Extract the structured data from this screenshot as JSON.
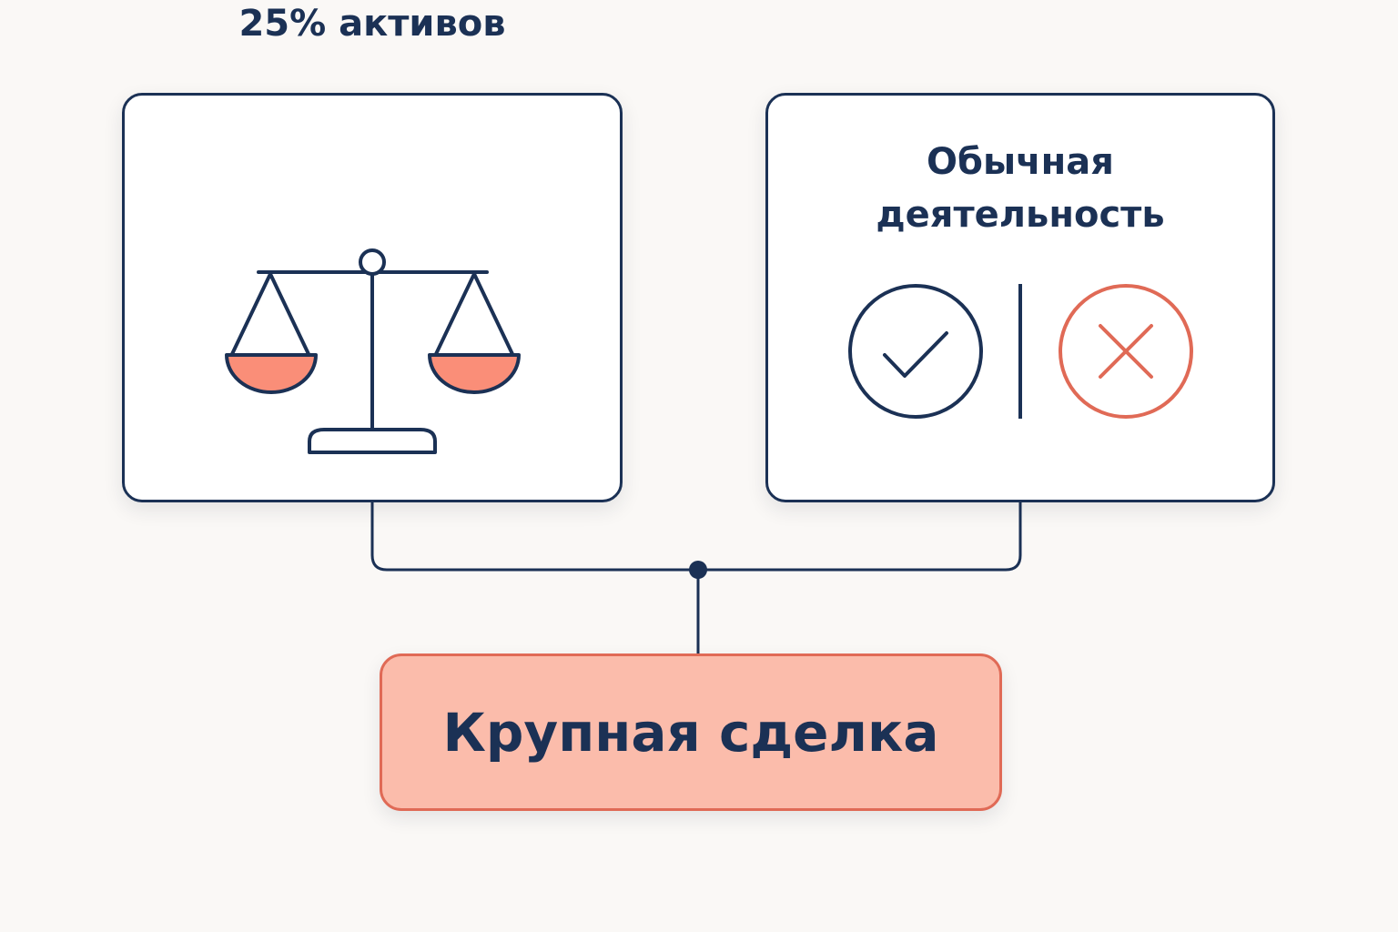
{
  "cards": {
    "assets": {
      "title": "25% активов",
      "icon": "scales-icon"
    },
    "business": {
      "title_line1": "Обычная",
      "title_line2": "деятельность",
      "icons": [
        "check-circle-icon",
        "cross-circle-icon"
      ]
    }
  },
  "result": {
    "label": "Крупная сделка"
  },
  "colors": {
    "navy": "#1b3155",
    "coral": "#e06a56",
    "coral_fill": "#fa8e78",
    "result_fill": "#fbbcab",
    "background": "#faf8f6"
  }
}
